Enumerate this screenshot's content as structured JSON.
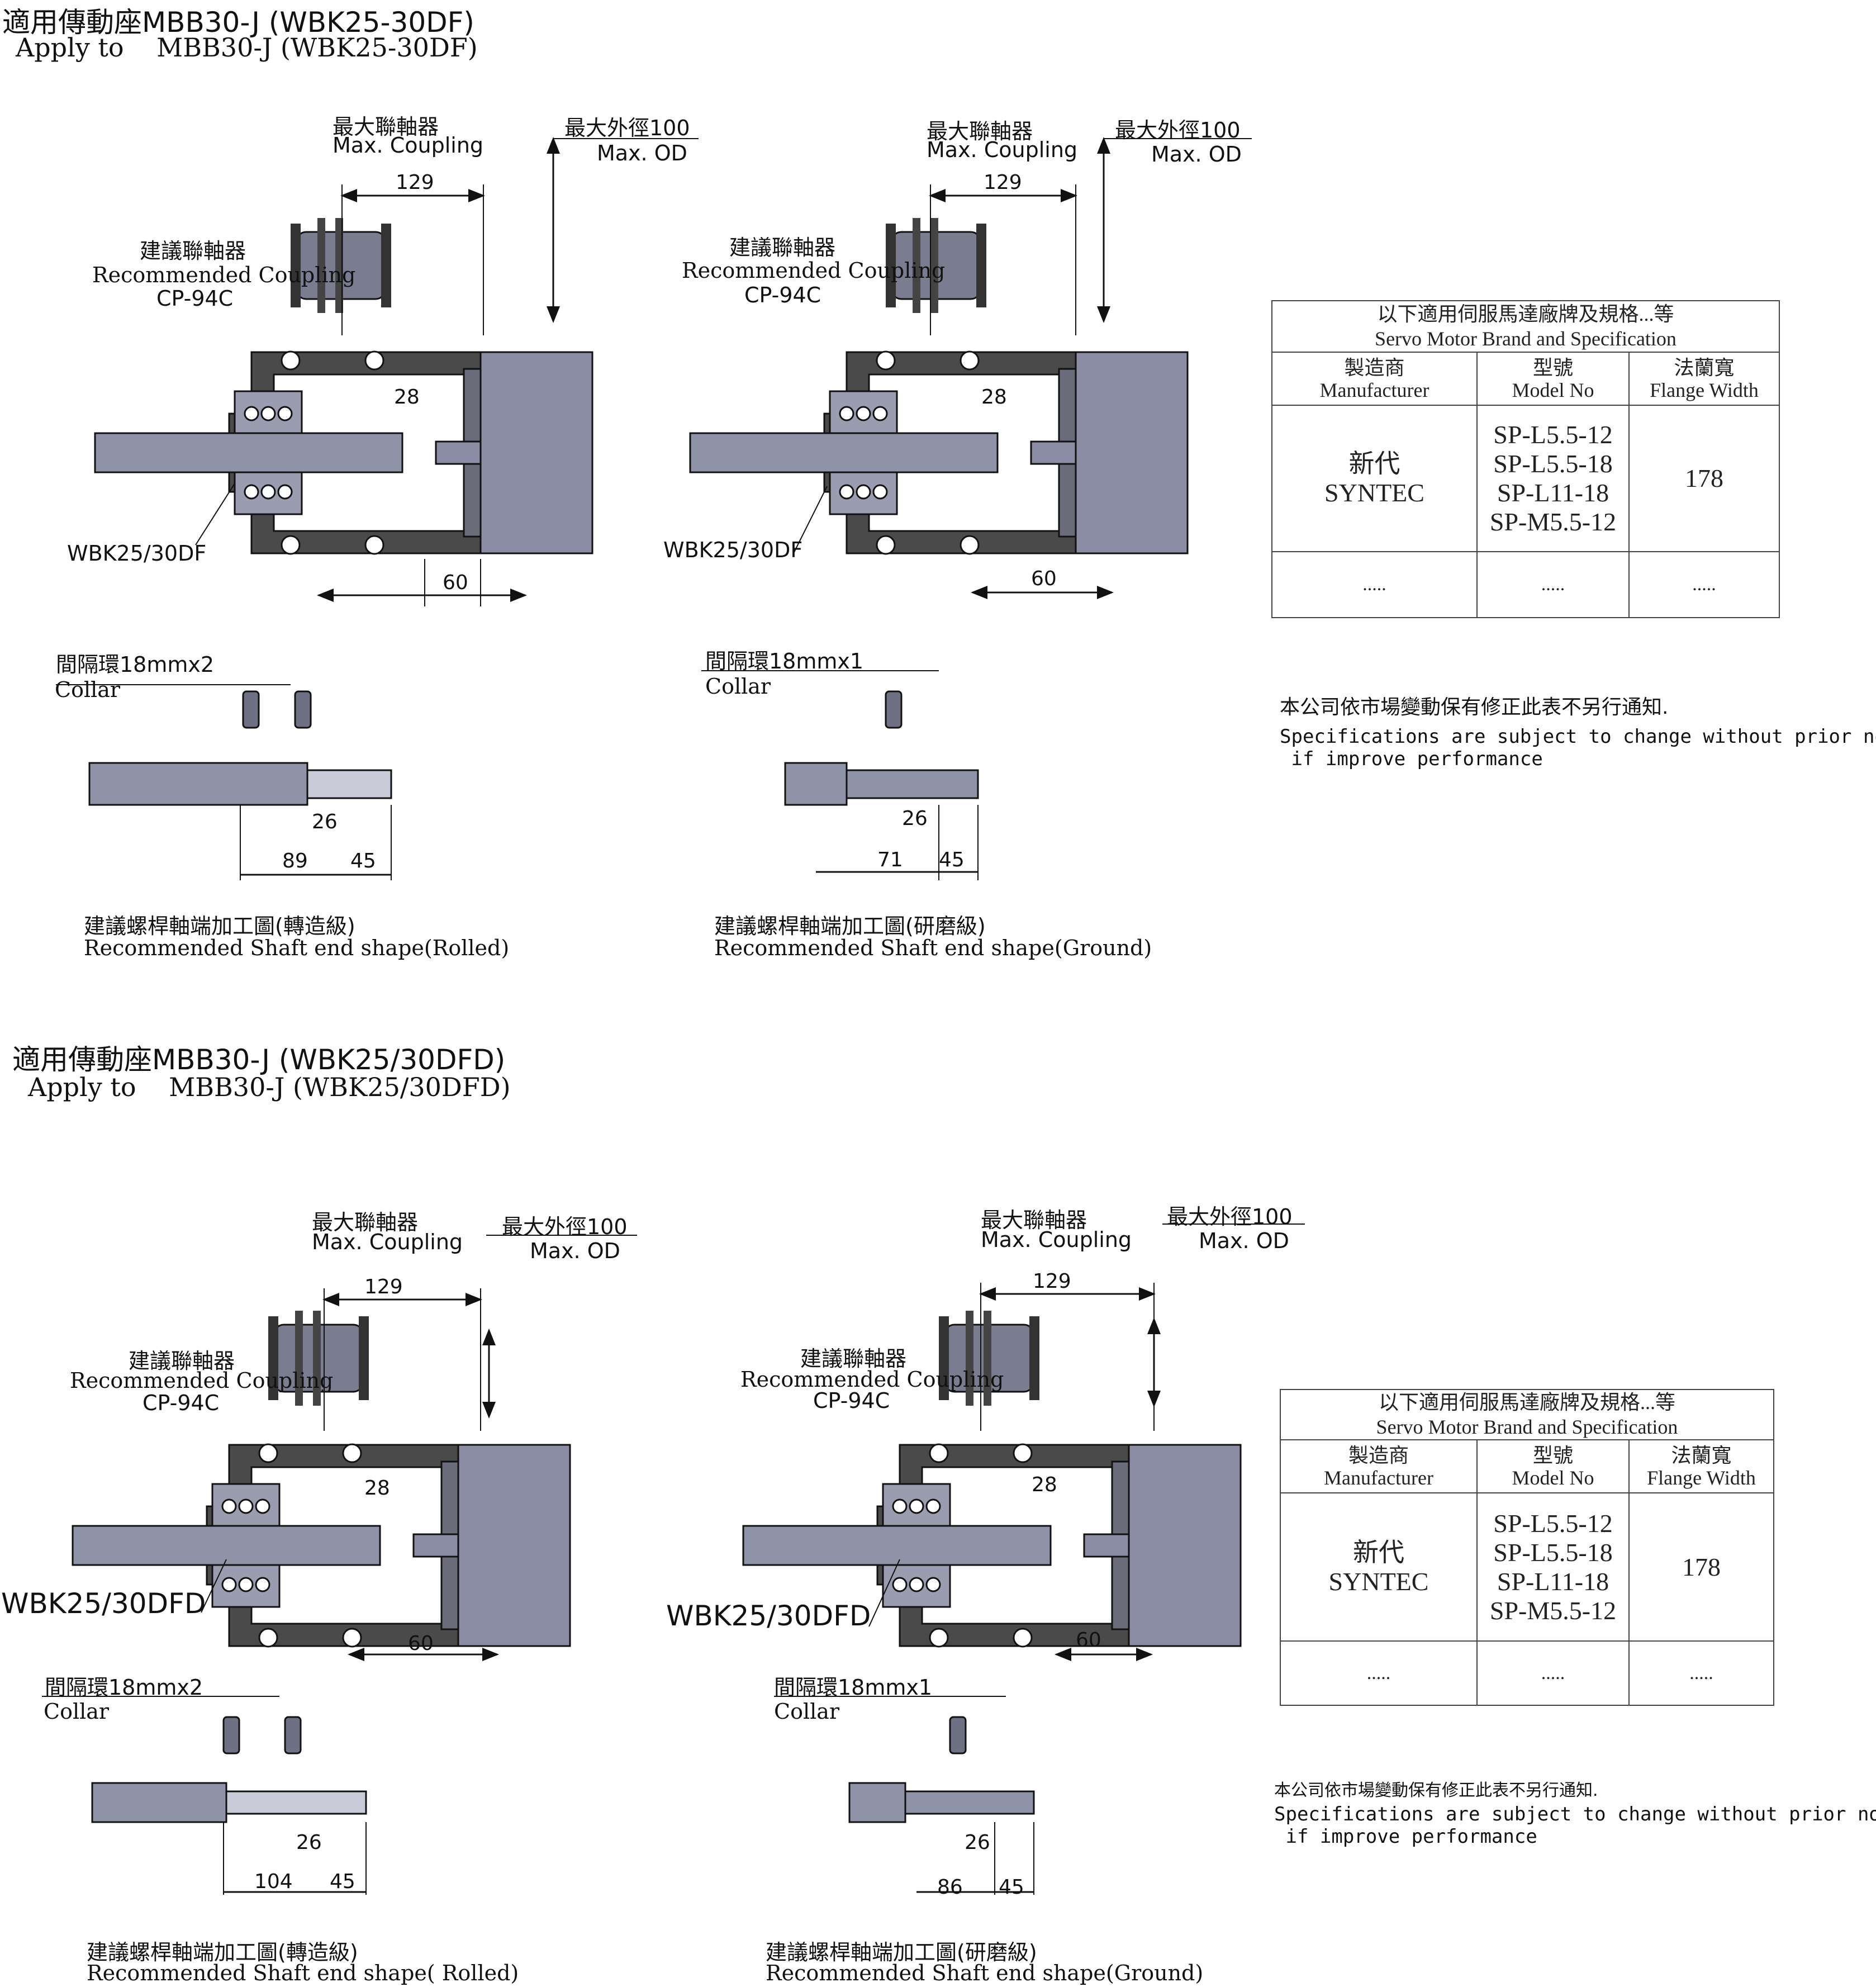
{
  "sections": [
    {
      "title_zh": "適用傳動座MBB30-J (WBK25-30DF)",
      "title_en": "Apply to    MBB30-J (WBK25-30DF)"
    },
    {
      "title_zh": "適用傳動座MBB30-J (WBK25/30DFD)",
      "title_en": "Apply to    MBB30-J (WBK25/30DFD)"
    }
  ],
  "callouts": {
    "max_coupling_zh": "最大聯軸器",
    "max_coupling_en": "Max. Coupling",
    "max_od_zh": "最大外徑100",
    "max_od_en": "Max. OD",
    "rec_coupling_zh": "建議聯軸器",
    "rec_coupling_en": "Recommended Coupling",
    "coupling_model": "CP-94C",
    "collar_en": "Collar",
    "bearing_df": "WBK25/30DF",
    "bearing_dfd": "WBK25/30DFD"
  },
  "views": [
    {
      "collar_zh": "間隔環18mmx2",
      "dim_129": "129",
      "dim_28": "28",
      "dim_60": "60",
      "dim_26": "26",
      "dim_a": "89",
      "dim_b": "45",
      "cap_zh": "建議螺桿軸端加工圖(轉造級)",
      "cap_en": "Recommended Shaft end shape(Rolled)"
    },
    {
      "collar_zh": "間隔環18mmx1",
      "dim_129": "129",
      "dim_28": "28",
      "dim_60": "60",
      "dim_26": "26",
      "dim_a": "71",
      "dim_b": "45",
      "cap_zh": "建議螺桿軸端加工圖(研磨級)",
      "cap_en": "Recommended Shaft end shape(Ground)"
    },
    {
      "collar_zh": "間隔環18mmx2",
      "dim_129": "129",
      "dim_28": "28",
      "dim_60": "60",
      "dim_26": "26",
      "dim_a": "104",
      "dim_b": "45",
      "cap_zh": "建議螺桿軸端加工圖(轉造級)",
      "cap_en": "Recommended Shaft end shape( Rolled)"
    },
    {
      "collar_zh": "間隔環18mmx1",
      "dim_129": "129",
      "dim_28": "28",
      "dim_60": "60",
      "dim_26": "26",
      "dim_a": "86",
      "dim_b": "45",
      "cap_zh": "建議螺桿軸端加工圖(研磨級)",
      "cap_en": "Recommended Shaft end shape(Ground)"
    }
  ],
  "spec_table": {
    "title_zh": "以下適用伺服馬達廠牌及規格...等",
    "title_en": "Servo Motor Brand and Specification",
    "headers": [
      {
        "zh": "製造商",
        "en": "Manufacturer"
      },
      {
        "zh": "型號",
        "en": "Model No"
      },
      {
        "zh": "法蘭寬",
        "en": "Flange Width"
      }
    ],
    "row": {
      "maker_zh": "新代",
      "maker_en": "SYNTEC",
      "models": [
        "SP-L5.5-12",
        "SP-L5.5-18",
        "SP-L11-18",
        "SP-M5.5-12"
      ],
      "flange": "178"
    },
    "dots": "....."
  },
  "notice": {
    "zh": "本公司依市場變動保有修正此表不另行通知.",
    "en1": "Specifications are subject to change without prior notice",
    "en2": " if improve performance"
  },
  "colors": {
    "housing": "#4a4a4a",
    "motor": "#8a8da3",
    "shaft": "#8f93a8",
    "shaft_light": "#c9ccd8",
    "line": "#111111"
  }
}
